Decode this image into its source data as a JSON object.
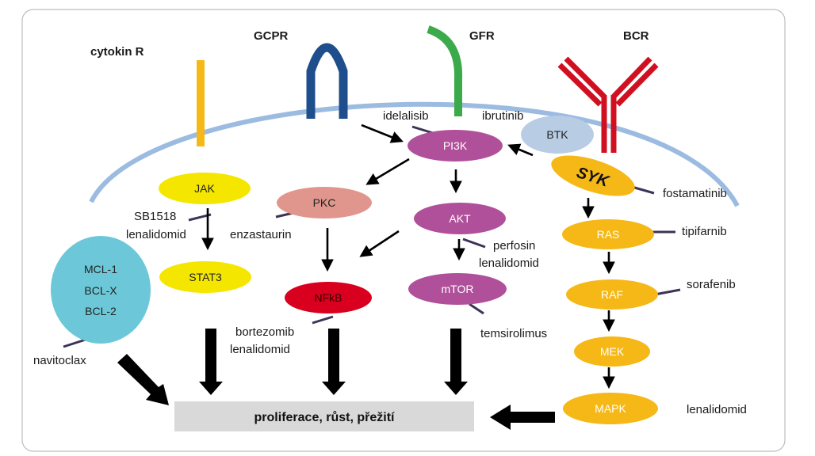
{
  "receptors": {
    "cytokin": "cytokin R",
    "gcpr": "GCPR",
    "gfr": "GFR",
    "bcr": "BCR"
  },
  "nodes": {
    "jak": "JAK",
    "stat3": "STAT3",
    "pkc": "PKC",
    "nfkb": "NFkB",
    "pi3k": "PI3K",
    "akt": "AKT",
    "mtor": "mTOR",
    "btk": "BTK",
    "syk": "SYK",
    "ras": "RAS",
    "raf": "RAF",
    "mek": "MEK",
    "mapk": "MAPK",
    "mcl1": "MCL-1",
    "bclx": "BCL-X",
    "bcl2": "BCL-2"
  },
  "drugs": {
    "idelalisib": "idelalisib",
    "ibrutinib": "ibrutinib",
    "fostamatinib": "fostamatinib",
    "tipifarnib": "tipifarnib",
    "sorafenib": "sorafenib",
    "lenalidomid_mapk": "lenalidomid",
    "sb1518": "SB1518",
    "lenalidomid_jak": "lenalidomid",
    "enzastaurin": "enzastaurin",
    "perfosin": "perfosin",
    "lenalidomid_akt": "lenalidomid",
    "temsirolimus": "temsirolimus",
    "bortezomib": "bortezomib",
    "lenalidomid_nfkb": "lenalidomid",
    "navitoclax": "navitoclax"
  },
  "outcome": "proliferace, růst, přežití",
  "colors": {
    "membrane": "#9bbbe0",
    "yellow": "#f5e600",
    "orange": "#f5b817",
    "purple": "#b0509a",
    "pink": "#e0968c",
    "red": "#d8001e",
    "cyan": "#6cc8d8",
    "btk": "#b8cce4",
    "gcpr": "#1e4f8c",
    "gfr": "#3aaa4a",
    "bcr": "#d01020",
    "inhibitor": "#3d3357",
    "outcome_box": "#d9d9d9"
  }
}
